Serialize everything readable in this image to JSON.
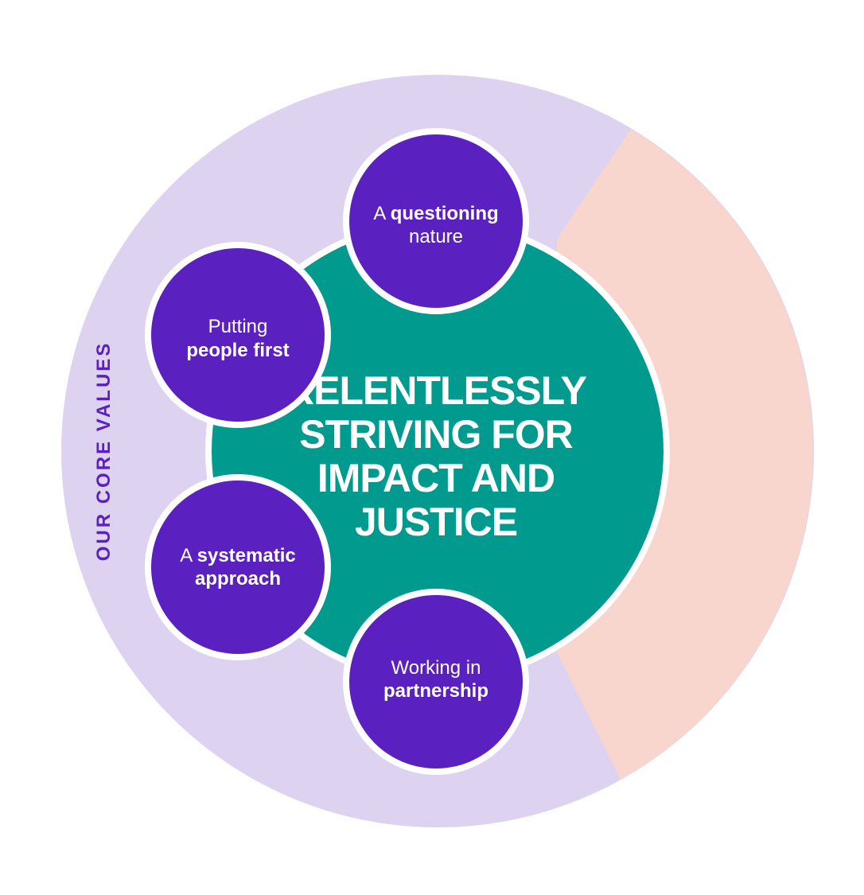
{
  "side_label": "OUR CORE VALUES",
  "center": {
    "lines": [
      "RELENTLESSLY",
      "STRIVING FOR",
      "IMPACT AND",
      "JUSTICE"
    ]
  },
  "values": [
    {
      "id": "questioning",
      "plain_1": "A ",
      "bold_1": "questioning",
      "plain_2": "nature",
      "bold_2": ""
    },
    {
      "id": "people-first",
      "plain_1": "Putting",
      "bold_1": "",
      "plain_2": "",
      "bold_2": "people first"
    },
    {
      "id": "systematic",
      "plain_1": "A ",
      "bold_1": "systematic",
      "plain_2": "",
      "bold_2": "approach"
    },
    {
      "id": "partnership",
      "plain_1": "Working in",
      "bold_1": "",
      "plain_2": "",
      "bold_2": "partnership"
    }
  ],
  "colors": {
    "outer_ring": "#ddd3f1",
    "accent_segment": "#f8d5cd",
    "center_circle": "#009a8e",
    "value_circle": "#5b21c0",
    "side_label": "#5b21c0",
    "text": "#ffffff"
  }
}
